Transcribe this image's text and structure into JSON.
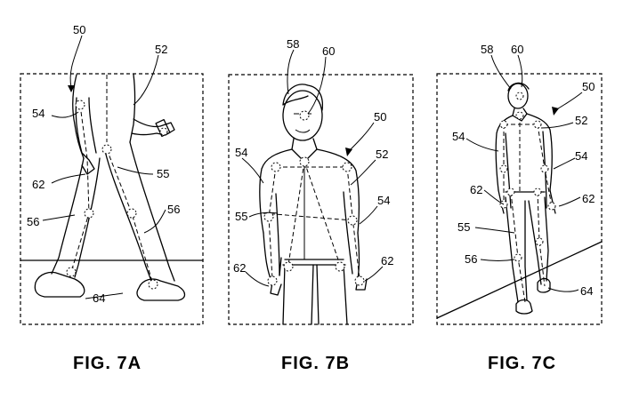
{
  "figures": [
    {
      "caption": "FIG. 7A",
      "refs": {
        "r50": "50",
        "r52": "52",
        "r54": "54",
        "r62": "62",
        "r55": "55",
        "r56a": "56",
        "r56b": "56",
        "r64": "64"
      }
    },
    {
      "caption": "FIG. 7B",
      "refs": {
        "r58": "58",
        "r60": "60",
        "r50": "50",
        "r52": "52",
        "r54a": "54",
        "r54b": "54",
        "r55": "55",
        "r62a": "62",
        "r62b": "62"
      }
    },
    {
      "caption": "FIG. 7C",
      "refs": {
        "r58": "58",
        "r60": "60",
        "r50": "50",
        "r52": "52",
        "r54a": "54",
        "r54b": "54",
        "r62a": "62",
        "r62b": "62",
        "r55": "55",
        "r56": "56",
        "r64": "64"
      }
    }
  ]
}
